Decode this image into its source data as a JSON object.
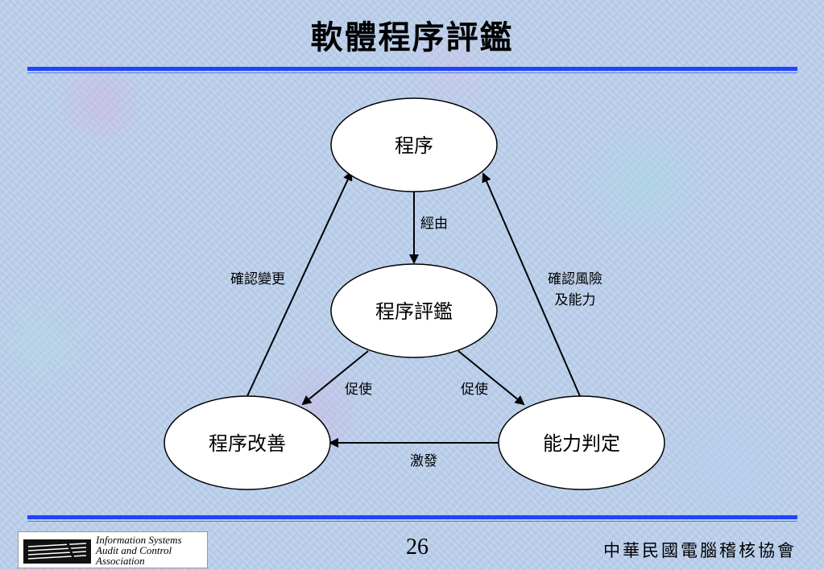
{
  "slide": {
    "title": "軟體程序評鑑",
    "page_number": "26",
    "organization": "中華民國電腦稽核協會"
  },
  "logo": {
    "lines": [
      "Information Systems",
      "Audit and Control",
      "Association"
    ]
  },
  "diagram": {
    "nodes": {
      "process": "程序",
      "assessment": "程序評鑑",
      "improvement": "程序改善",
      "capability": "能力判定"
    },
    "edges": {
      "via": "經由",
      "confirm_change": "確認變更",
      "confirm_risk_line1": "確認風險",
      "confirm_risk_line2": "及能力",
      "prompt_left": "促使",
      "prompt_right": "促使",
      "motivate": "激發"
    }
  },
  "colors": {
    "rule": "#1f44ff",
    "node_fill": "#ffffff",
    "line": "#000000"
  }
}
